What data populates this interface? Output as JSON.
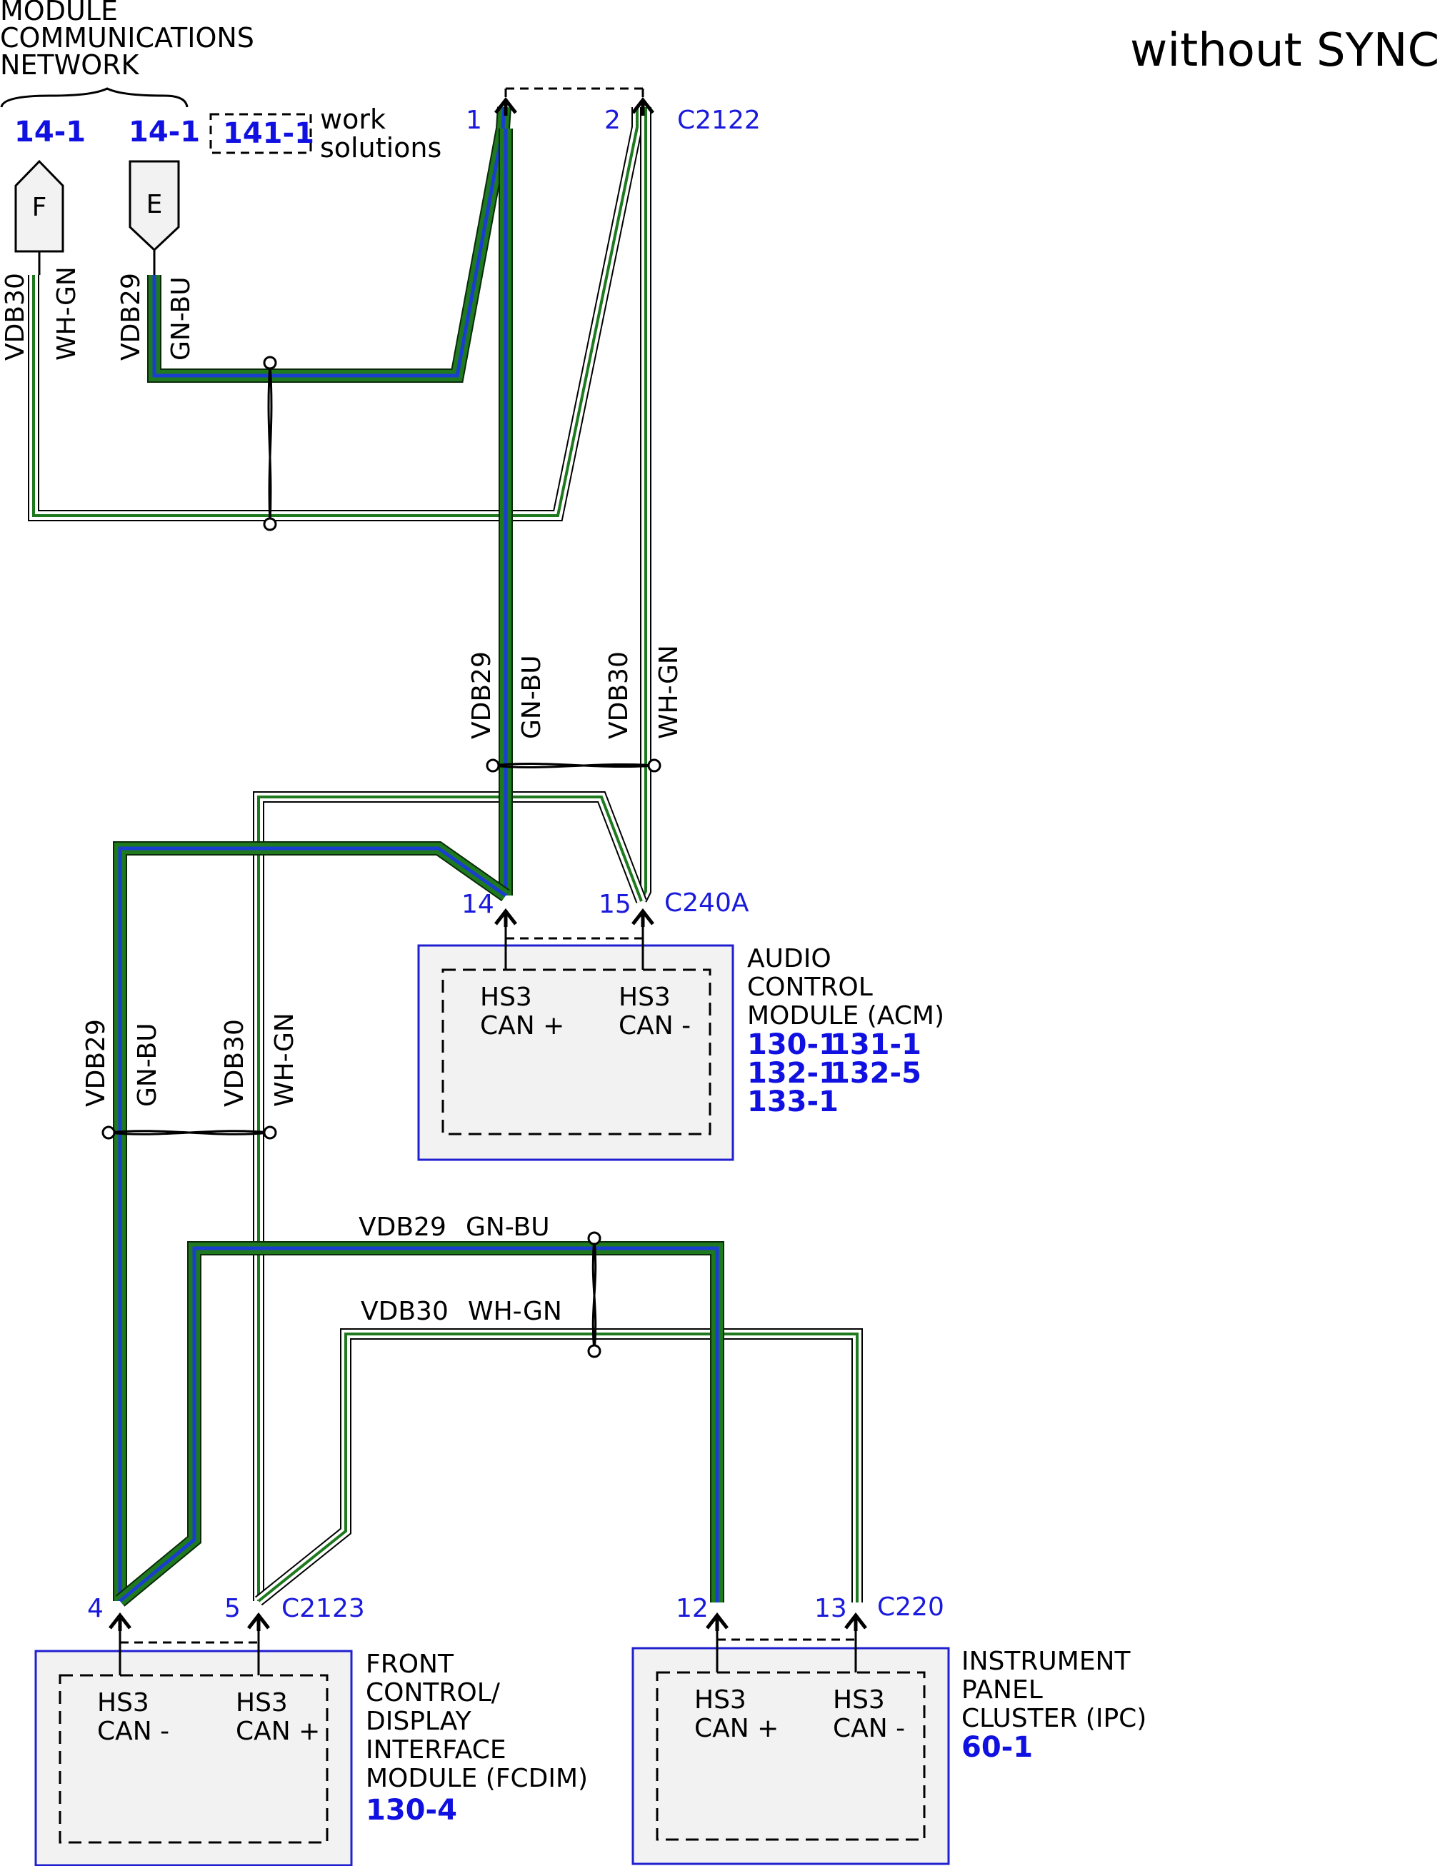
{
  "title": "without SYNC",
  "network_label": [
    "MODULE",
    "COMMUNICATIONS",
    "NETWORK"
  ],
  "network_refs": [
    "14-1",
    "14-1"
  ],
  "work_solutions": {
    "ref": "141-1",
    "text": [
      "work",
      "solutions"
    ]
  },
  "flags": {
    "f": "F",
    "e": "E"
  },
  "wires": {
    "can_plus": {
      "circuit": "VDB29",
      "color": "GN-BU"
    },
    "can_minus": {
      "circuit": "VDB30",
      "color": "WH-GN"
    }
  },
  "connectors": {
    "c2122": {
      "name": "C2122",
      "pins": [
        "1",
        "2"
      ]
    },
    "c240a": {
      "name": "C240A",
      "pins": [
        "14",
        "15"
      ]
    },
    "c2123": {
      "name": "C2123",
      "pins": [
        "4",
        "5"
      ]
    },
    "c220": {
      "name": "C220",
      "pins": [
        "12",
        "13"
      ]
    }
  },
  "modules": {
    "acm": {
      "name": [
        "AUDIO",
        "CONTROL",
        "MODULE (ACM)"
      ],
      "refs": [
        "130-1",
        "131-1",
        "132-1",
        "132-5",
        "133-1"
      ],
      "pins": [
        [
          "HS3",
          "CAN +"
        ],
        [
          "HS3",
          "CAN -"
        ]
      ]
    },
    "fcdim": {
      "name": [
        "FRONT",
        "CONTROL/",
        "DISPLAY",
        "INTERFACE",
        "MODULE (FCDIM)"
      ],
      "refs": [
        "130-4"
      ],
      "pins": [
        [
          "HS3",
          "CAN -"
        ],
        [
          "HS3",
          "CAN +"
        ]
      ]
    },
    "ipc": {
      "name": [
        "INSTRUMENT",
        "PANEL",
        "CLUSTER (IPC)"
      ],
      "refs": [
        "60-1"
      ],
      "pins": [
        [
          "HS3",
          "CAN +"
        ],
        [
          "HS3",
          "CAN -"
        ]
      ]
    }
  },
  "colors": {
    "green": "#1f7a1f",
    "blue": "#1a3fd0",
    "dark": "#0a2a0a",
    "link_blue": "#1010e0",
    "box_border": "#2020d0",
    "box_fill": "#f2f2f2"
  }
}
